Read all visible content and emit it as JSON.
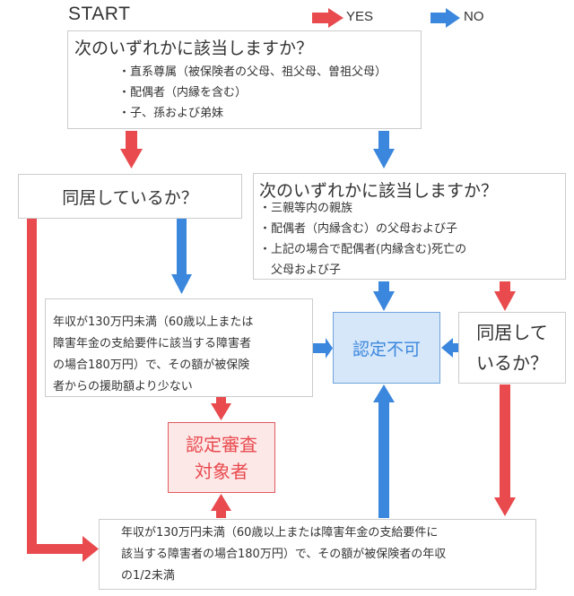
{
  "start_label": "START",
  "legend": {
    "yes": {
      "label": "YES",
      "color": "#e84a4e"
    },
    "no": {
      "label": "NO",
      "color": "#3b87dd"
    }
  },
  "nodes": {
    "q1": {
      "title": "次のいずれかに該当しますか？",
      "items": [
        "直系尊属（被保険者の父母、祖父母、曽祖父母）",
        "配偶者（内縁を含む）",
        "子、孫および弟妹"
      ]
    },
    "cohabit_left": {
      "text": "同居しているか？"
    },
    "q2": {
      "title": "次のいずれかに該当しますか？",
      "items": [
        "三親等内の親族",
        "配偶者（内縁含む）の父母および子",
        "上記の場合で配偶者(内縁含む)死亡の"
      ],
      "item3_cont": "父母および子"
    },
    "income_support": {
      "text": "年収が130万円未満（60歳以上または障害年金の支給要件に該当する障害者の場合180万円）で、その額が被保険者からの援助額より少ない",
      "lines": [
        "年収が130万円未満（60歳以上または",
        "障害年金の支給要件に該当する障害者",
        "の場合180万円）で、その額が被保険",
        "者からの援助額より少ない"
      ]
    },
    "not_approved": {
      "text": "認定不可",
      "bg": "#d6e7fa",
      "border": "#6fa3dc",
      "color": "#3b87dd"
    },
    "cohabit_right": {
      "lines": [
        "同居して",
        "いるか？"
      ]
    },
    "eligible": {
      "lines": [
        "認定審査",
        "対象者"
      ],
      "bg": "#fde8e8",
      "border": "#e05a5e",
      "color": "#e84a4e"
    },
    "income_half": {
      "lines": [
        "年収が130万円未満（60歳以上または障害年金の支給要件に",
        "該当する障害者の場合180万円）で、その額が被保険者の年収",
        "の1/2未満"
      ]
    }
  }
}
